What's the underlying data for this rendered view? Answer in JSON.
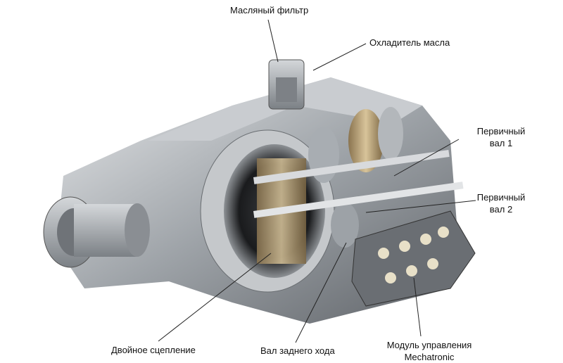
{
  "labels": {
    "oil_filter": "Масляный фильтр",
    "oil_cooler": "Охладитель масла",
    "input_shaft_1_line1": "Первичный",
    "input_shaft_1_line2": "вал 1",
    "input_shaft_2_line1": "Первичный",
    "input_shaft_2_line2": "вал 2",
    "dual_clutch": "Двойное сцепление",
    "reverse_shaft": "Вал заднего хода",
    "mechatronic_line1": "Модуль управления",
    "mechatronic_line2": "Mechatronic"
  }
}
